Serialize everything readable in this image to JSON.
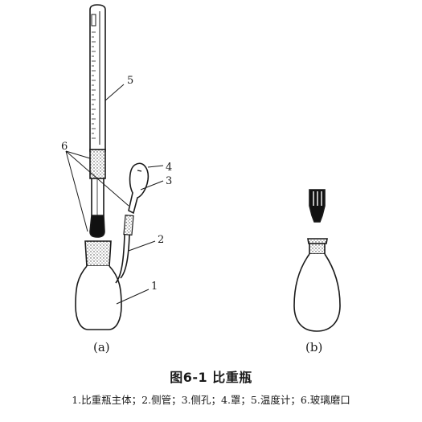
{
  "figure": {
    "title": "图6-1  比重瓶",
    "legend": "1.比重瓶主体；2.侧管；3.侧孔；4.罩；5.温度计；6.玻璃磨口",
    "panel_a_label": "(a)",
    "panel_b_label": "(b)",
    "callouts": {
      "c1": "1",
      "c2": "2",
      "c3": "3",
      "c4": "4",
      "c5": "5",
      "c6": "6"
    }
  }
}
